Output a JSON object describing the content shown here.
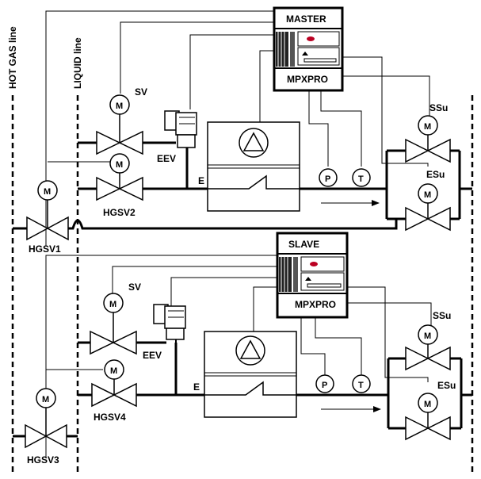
{
  "rails": {
    "hot_gas": "HOT GAS line",
    "liquid": "LIQUID line"
  },
  "units": [
    {
      "controller_role": "MASTER",
      "controller_model": "MPXPRO",
      "valves": {
        "solenoid": "SV",
        "expansion": "EEV",
        "hot_gas_evap": "HGSV2",
        "hot_gas_main": "HGSV1"
      },
      "evaporator": "E",
      "sensors": {
        "pressure": "P",
        "temperature": "T"
      },
      "suction_valves": {
        "top": "SSu",
        "bottom": "ESu"
      }
    },
    {
      "controller_role": "SLAVE",
      "controller_model": "MPXPRO",
      "valves": {
        "solenoid": "SV",
        "expansion": "EEV",
        "hot_gas_evap": "HGSV4",
        "hot_gas_main": "HGSV3"
      },
      "evaporator": "E",
      "sensors": {
        "pressure": "P",
        "temperature": "T"
      },
      "suction_valves": {
        "top": "SSu",
        "bottom": "ESu"
      }
    }
  ],
  "motor_symbol": "M"
}
